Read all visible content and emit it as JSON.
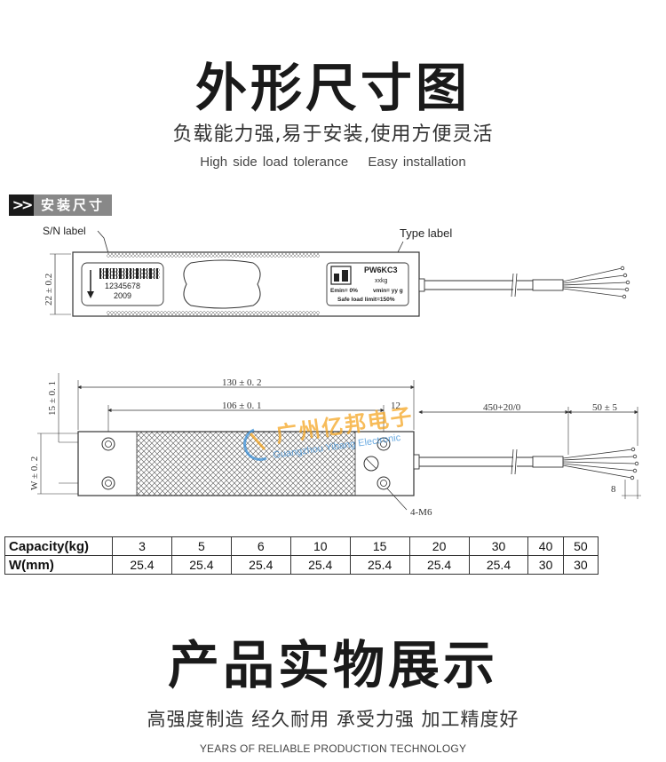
{
  "header": {
    "title": "外形尺寸图",
    "subtitle": "负载能力强,易于安装,使用方便灵活",
    "english_1": "High side load tolerance",
    "english_2": "Easy installation"
  },
  "section": {
    "chevron": ">>",
    "label": "安装尺寸"
  },
  "top_view": {
    "sn_label": "S/N label",
    "type_label_caption": "Type label",
    "height_dim": "22 ± 0.2",
    "barcode_serial": "12345678",
    "barcode_year": "2009",
    "plate_model": "PW6KC3",
    "plate_capacity": "xxkg",
    "plate_emin": "Emin= 0%",
    "plate_vmin": "vmin= yy g",
    "plate_safe": "Safe load limit=150%"
  },
  "bottom_view": {
    "dim_total": "130 ± 0. 2",
    "dim_holes": "106 ± 0. 1",
    "dim_side": "15 ± 0. 1",
    "dim_w": "W ± 0. 2",
    "dim_12": "12",
    "dim_cable": "450+20/0",
    "dim_strip": "50 ± 5",
    "dim_8": "8",
    "thread": "4-M6"
  },
  "watermark": {
    "cn": "广州亿邦电子",
    "en": "Guangzhou Yibang Electronic"
  },
  "spec_table": {
    "row1_label": "Capacity(kg)",
    "row2_label": "W(mm)",
    "capacity": [
      "3",
      "5",
      "6",
      "10",
      "15",
      "20",
      "30",
      "40",
      "50"
    ],
    "width": [
      "25.4",
      "25.4",
      "25.4",
      "25.4",
      "25.4",
      "25.4",
      "25.4",
      "30",
      "30"
    ]
  },
  "footer": {
    "title": "产品实物展示",
    "subtitle": "高强度制造 经久耐用 承受力强 加工精度好",
    "english": "YEARS OF RELIABLE PRODUCTION TECHNOLOGY"
  },
  "colors": {
    "ink": "#1a1a1a",
    "tag_grey": "#888888",
    "watermark_orange": "#f5a623",
    "watermark_blue": "#3a8fd8"
  }
}
